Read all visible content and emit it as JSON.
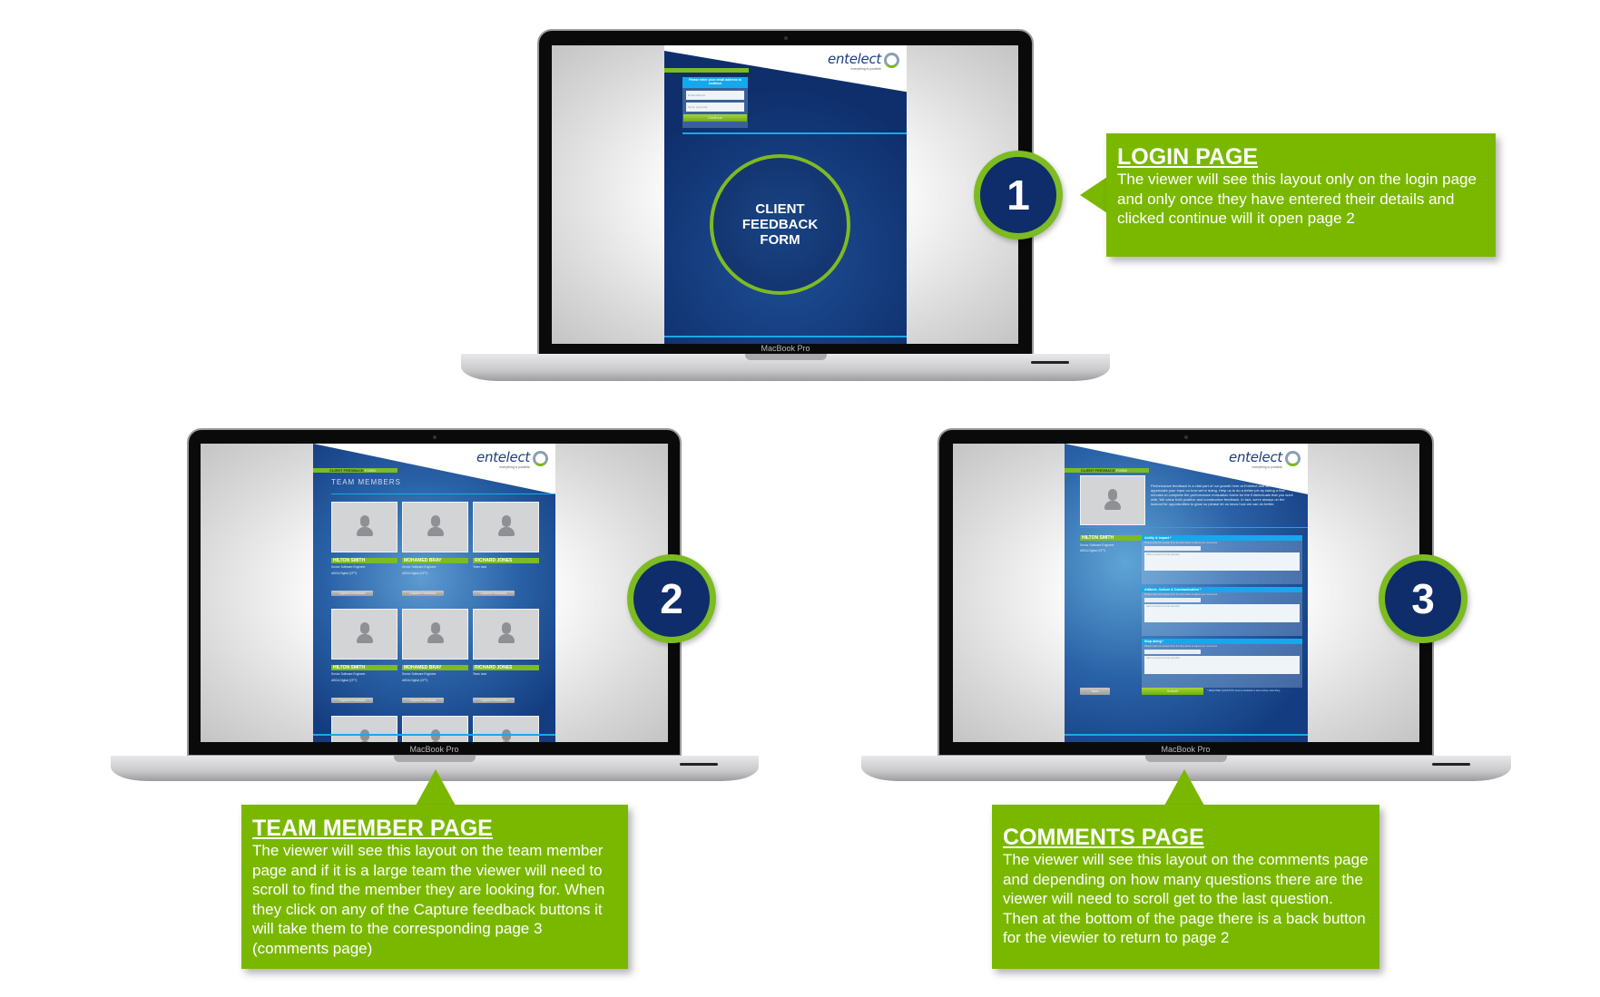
{
  "laptop_brand": "MacBook Pro",
  "logo": {
    "word": "entelect",
    "tagline": "everything is possible"
  },
  "login_page": {
    "prompt": "Please enter your email address to continue",
    "email_placeholder": "Email address",
    "name_placeholder": "Name (optional)",
    "continue_label": "Continue",
    "circle_title_1": "CLIENT",
    "circle_title_2": "FEEDBACK",
    "circle_title_3": "FORM"
  },
  "form_badge": {
    "bold": "CLIENT FEEDBACK",
    "light": "FORM"
  },
  "team_page": {
    "heading": "TEAM MEMBERS",
    "capture_label": "Capture Feedback",
    "members": [
      {
        "name": "HILTON SMITH",
        "role": "Senior Software Engineer",
        "company": "ABSA Digital (CPT)"
      },
      {
        "name": "MOHAMED BRAY",
        "role": "Senior Software Engineer",
        "company": "ABSA Digital (CPT)"
      },
      {
        "name": "RICHARD JONES",
        "role": "Team lead",
        "company": ""
      },
      {
        "name": "HILTON SMITH",
        "role": "Senior Software Engineer",
        "company": "ABSA Digital (CPT)"
      },
      {
        "name": "MOHAMED BRAY",
        "role": "Senior Software Engineer",
        "company": "ABSA Digital (CPT)"
      },
      {
        "name": "RICHARD JONES",
        "role": "Team lead",
        "company": ""
      }
    ]
  },
  "comments_page": {
    "intro": "Performance feedback is a vital part of our growth here at Entelect and we really appreciate your input on how we're doing. Help us to do a better job by taking a few minutes to complete the performance evaluation forms for the Entelectuals that you work with. We value both positive and constructive feedback. In fact, we're always on the lookout for opportunities to grow so please let us know how we can do better.",
    "member": {
      "name": "HILTON SMITH",
      "role": "Senior Software Engineer",
      "company": "ABSA Digital (CPT)"
    },
    "instruction": "Please select an answer from the drop down to adjust your comments",
    "comment_placeholder": "Add a comment on this question",
    "questions": [
      "Ability & Impact *",
      "Attitude, Culture & Communication *",
      "Stop doing *"
    ],
    "back_label": "Back",
    "submit_label": "Submit",
    "submit_note": "* REQUIRED QUESTION: Ensure feedback is done before submitting"
  },
  "steps": [
    {
      "number": "1",
      "title": "LOGIN PAGE",
      "text": "The viewer will see this layout only on the login page and only once they have entered their details and clicked continue will it open page 2"
    },
    {
      "number": "2",
      "title": "TEAM MEMBER PAGE",
      "text": "The viewer will see this layout on the team member page and if it is a large team the viewer will need to scroll to find the member they are looking for. When they click on any of the Capture feedback buttons it will take them to the corresponding page 3 (comments page)"
    },
    {
      "number": "3",
      "title": "COMMENTS PAGE",
      "text": "The viewer will see this layout on the comments page and depending on how many questions there are the viewer will need to scroll get to the last question. Then at the bottom of the page there is a back button for the viewier to return to page 2"
    }
  ]
}
